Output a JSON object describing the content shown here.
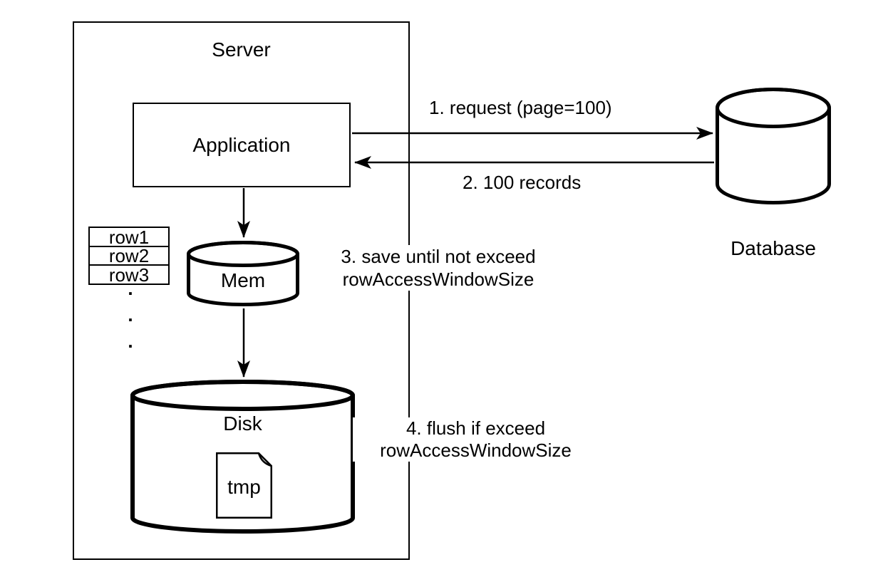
{
  "nodes": {
    "server": "Server",
    "application": "Application",
    "mem": "Mem",
    "disk": "Disk",
    "tmp_file": "tmp",
    "database": "Database"
  },
  "row_buffer": {
    "rows": [
      "row1",
      "row2",
      "row3"
    ],
    "dots": [
      ".",
      ".",
      "."
    ]
  },
  "flows": {
    "step1": "1. request (page=100)",
    "step2": "2. 100 records",
    "step3_line1": "3. save until not exceed",
    "step3_line2": "rowAccessWindowSize",
    "step4_line1": "4. flush if exceed",
    "step4_line2": "rowAccessWindowSize"
  },
  "colors": {
    "stroke": "#000000",
    "background": "#ffffff"
  }
}
